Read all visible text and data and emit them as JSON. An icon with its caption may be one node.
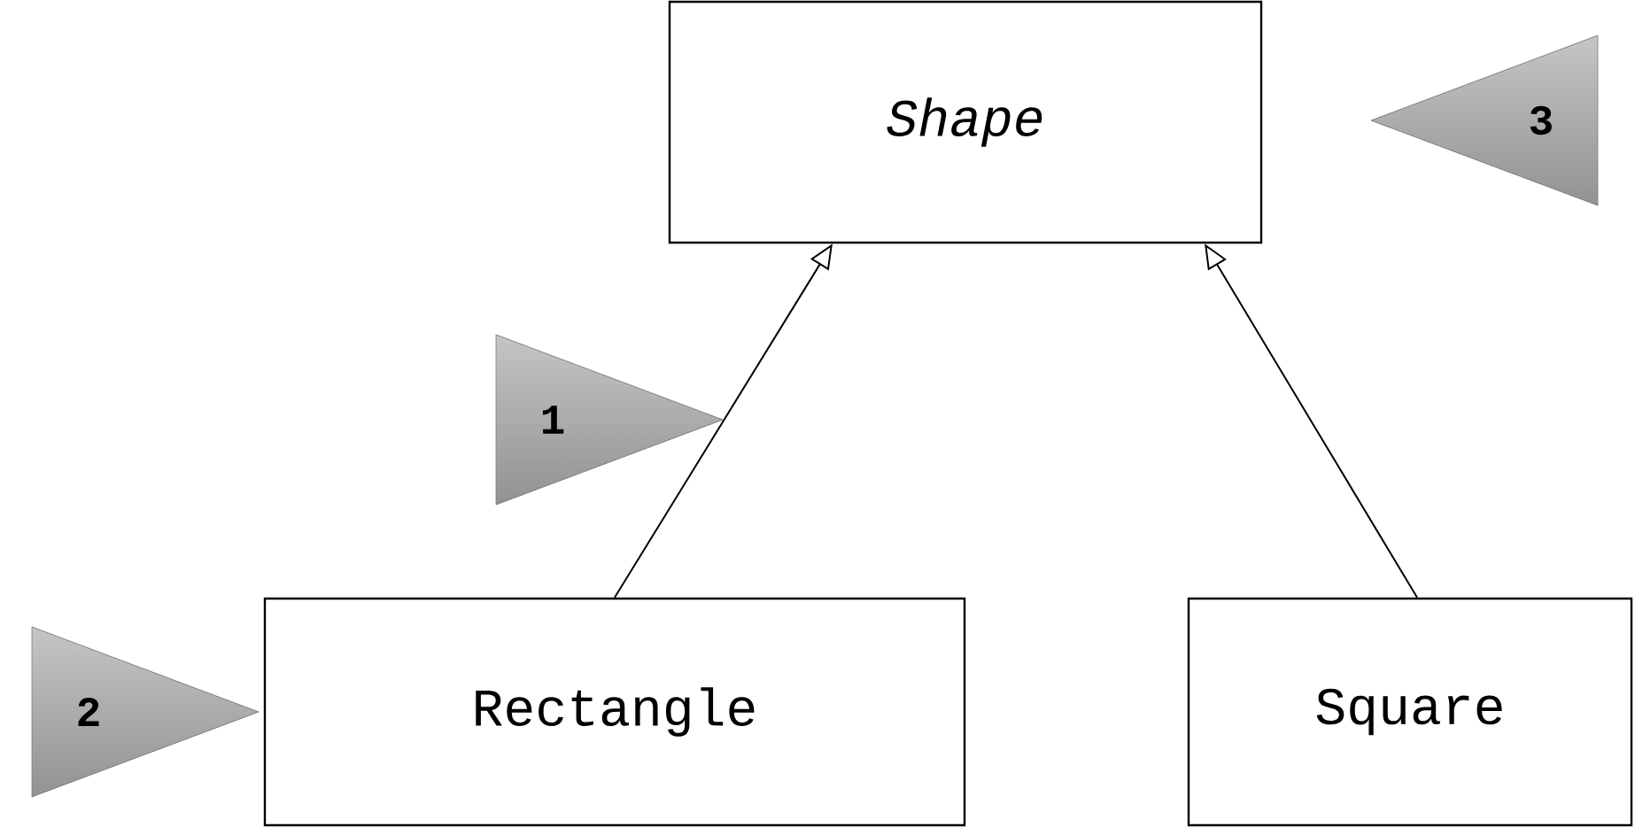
{
  "diagram": {
    "nodes": [
      {
        "text": [
          "Shape"
        ]
      },
      {
        "text": [
          "3"
        ]
      },
      {
        "text": [
          "1"
        ]
      },
      {
        "text": [
          "2"
        ]
      },
      {
        "text": [
          "Rectangle"
        ]
      },
      {
        "text": [
          "Square"
        ]
      }
    ],
    "edges": [
      {
        "from": 4,
        "to": 0,
        "arrow": "to"
      },
      {
        "from": 5,
        "to": 0,
        "arrow": "to"
      }
    ]
  }
}
